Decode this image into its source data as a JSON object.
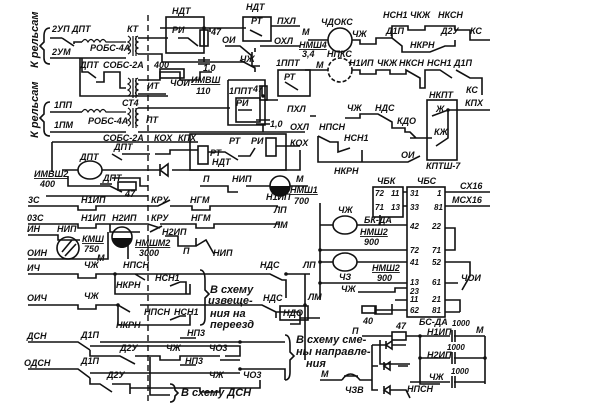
{
  "labels": [
    "К рельсам",
    "К рельсам",
    "2УП",
    "ДПТ",
    "2УМ",
    "РОБС-4А",
    "КТ",
    "ДПТ",
    "СОБС-2А",
    "400",
    "ИТ",
    "ЧОИ",
    "ИМВШ",
    "110",
    "СТ4",
    "1ПП",
    "1ПМ",
    "РОБС-4А",
    "ПТ",
    "СОБС-2А",
    "КОХ",
    "КПХ",
    "НДТ",
    "РИ",
    "47",
    "1,0",
    "НДТ",
    "РТ",
    "ПХЛ",
    "ОИ",
    "ОХЛ",
    "ЧЖ",
    "1ППТ",
    "РТ",
    "1ППТ",
    "47",
    "РИ",
    "ПХЛ",
    "1,0",
    "ОХЛ",
    "ДПТ",
    "РТ",
    "РИ",
    "КОХ",
    "РТ",
    "НДТ",
    "ДПТ",
    "ИМВШ2",
    "400",
    "ДПТ",
    "47",
    "П",
    "НИП",
    "М",
    "Н1ИП",
    "НМШ1",
    "700",
    "3С",
    "Н1ИП",
    "КРУ",
    "НГМ",
    "М",
    "НМШ4",
    "3,4",
    "ЧДОКС",
    "ЧЖ",
    "НСН1",
    "ЧКЖ",
    "НКСН",
    "Д1П",
    "Д2У",
    "КС",
    "НКРН",
    "М",
    "НПКС",
    "Н1ИП",
    "ЧКЖ",
    "НКСН",
    "НСН1",
    "Д1П",
    "КС",
    "НКПТ",
    "Ж",
    "КПХ",
    "КЖ",
    "КПТШ-7",
    "ЧЖ",
    "НДС",
    "КДО",
    "НПСН",
    "НСН1",
    "ОИ",
    "НКРН",
    "ЧБК",
    "ЧБС",
    "СХ16",
    "МСХ16",
    "72",
    "11",
    "31",
    "1",
    "71",
    "13",
    "33",
    "81",
    "ЧЖ",
    "БК-ДА",
    "42",
    "22",
    "НМШ2",
    "900",
    "72",
    "71",
    "41",
    "52",
    "ЧЗ",
    "НМШ2",
    "900",
    "13",
    "61",
    "ЧОИ",
    "23",
    "ЧЖ",
    "11",
    "21",
    "62",
    "81",
    "40",
    "БС-ДА",
    "П",
    "47",
    "Н1ИП",
    "1000",
    "М",
    "1000",
    "Н2ИП",
    "1000",
    "ЧЖ",
    "М",
    "ЧЗВ",
    "НПСН",
    "В схему сме-",
    "ны направле-",
    "ния",
    "03С",
    "ИН",
    "НИП",
    "Н1ИП",
    "Н2ИП",
    "КРУ",
    "НГМ",
    "ЛП",
    "ЛМ",
    "Н2ИП",
    "КМШ",
    "750",
    "М",
    "НМШМ2",
    "3000",
    "П",
    "НИП",
    "ОИН",
    "ИЧ",
    "ЧЖ",
    "НПСН",
    "НСН1",
    "НКРН",
    "В схему",
    "извеще-",
    "ния на",
    "переезд",
    "НДС",
    "ЛП",
    "ОИЧ",
    "ЧЖ",
    "НДС",
    "НДО",
    "ЛМ",
    "НПСН",
    "НСН1",
    "НКРН",
    "ДСН",
    "Д1П",
    "НП3",
    "Д2У",
    "ЧЖ",
    "ЧО3",
    "ОДСН",
    "Д1П",
    "НП3",
    "Д2У",
    "ЧЖ",
    "ЧО3",
    "В схему ДСН"
  ],
  "colors": {
    "ink": "#111111",
    "paper": "#ffffff"
  }
}
